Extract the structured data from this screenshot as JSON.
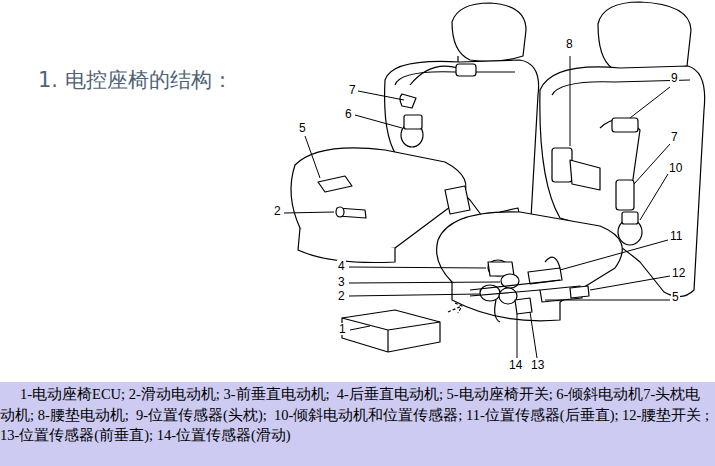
{
  "diagram": {
    "title": "1. 电控座椅的结构：",
    "caption": "1-电动座椅ECU; 2-滑动电动机; 3-前垂直电动机;  4-后垂直电动机; 5-电动座椅开关; 6-倾斜电动机7-头枕电动机; 8-腰垫电动机;  9-位置传感器(头枕);  10-倾斜电动机和位置传感器; 11-位置传感器(后垂直); 12-腰垫开关 ; 13-位置传感器(前垂直); 14-位置传感器(滑动)",
    "labels": [
      "7",
      "6",
      "5",
      "2",
      "8",
      "9",
      "7",
      "10",
      "11",
      "12",
      "5",
      "4",
      "3",
      "2",
      "1",
      "14",
      "13"
    ]
  }
}
